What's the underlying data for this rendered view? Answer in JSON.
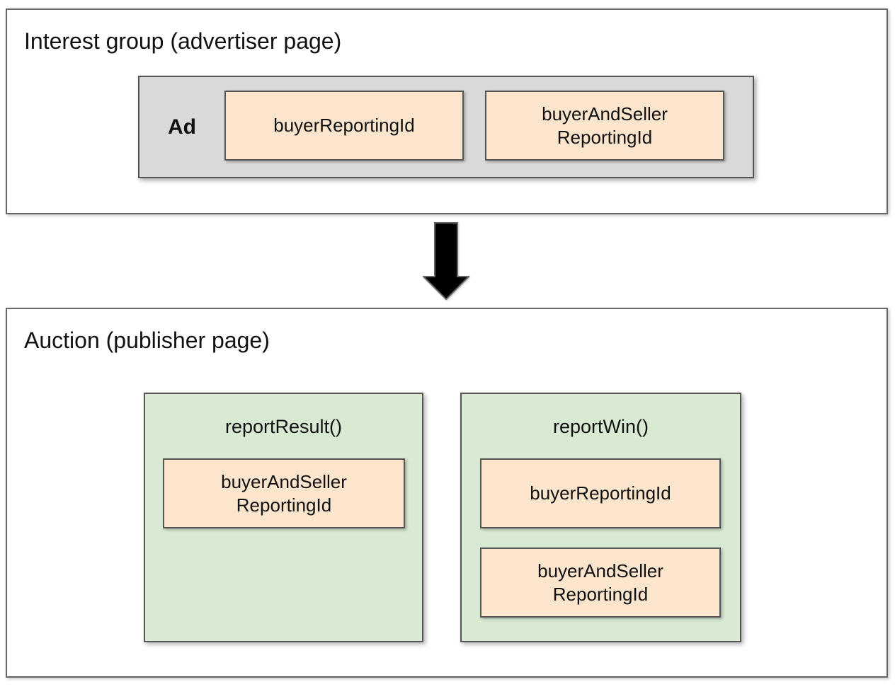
{
  "interest_group": {
    "title": "Interest group (advertiser page)",
    "ad_label": "Ad",
    "fields": [
      {
        "id": "buyerReportingId",
        "lines": [
          "buyerReportingId"
        ]
      },
      {
        "id": "buyerAndSellerReportingId",
        "lines": [
          "buyerAndSeller",
          "ReportingId"
        ]
      }
    ]
  },
  "arrow": {
    "icon": "down-arrow"
  },
  "auction": {
    "title": "Auction (publisher page)",
    "report_result": {
      "name": "reportResult()",
      "fields": [
        {
          "id": "buyerAndSellerReportingId",
          "lines": [
            "buyerAndSeller",
            "ReportingId"
          ]
        }
      ]
    },
    "report_win": {
      "name": "reportWin()",
      "fields": [
        {
          "id": "buyerReportingId",
          "lines": [
            "buyerReportingId"
          ]
        },
        {
          "id": "buyerAndSellerReportingId",
          "lines": [
            "buyerAndSeller",
            "ReportingId"
          ]
        }
      ]
    }
  },
  "colors": {
    "ad_fill": "#d9d9d9",
    "field_fill": "#fbe5cd",
    "fn_fill": "#d9ead3",
    "box_border": "#555555",
    "section_border": "#666666",
    "arrow_fill": "#000000"
  }
}
